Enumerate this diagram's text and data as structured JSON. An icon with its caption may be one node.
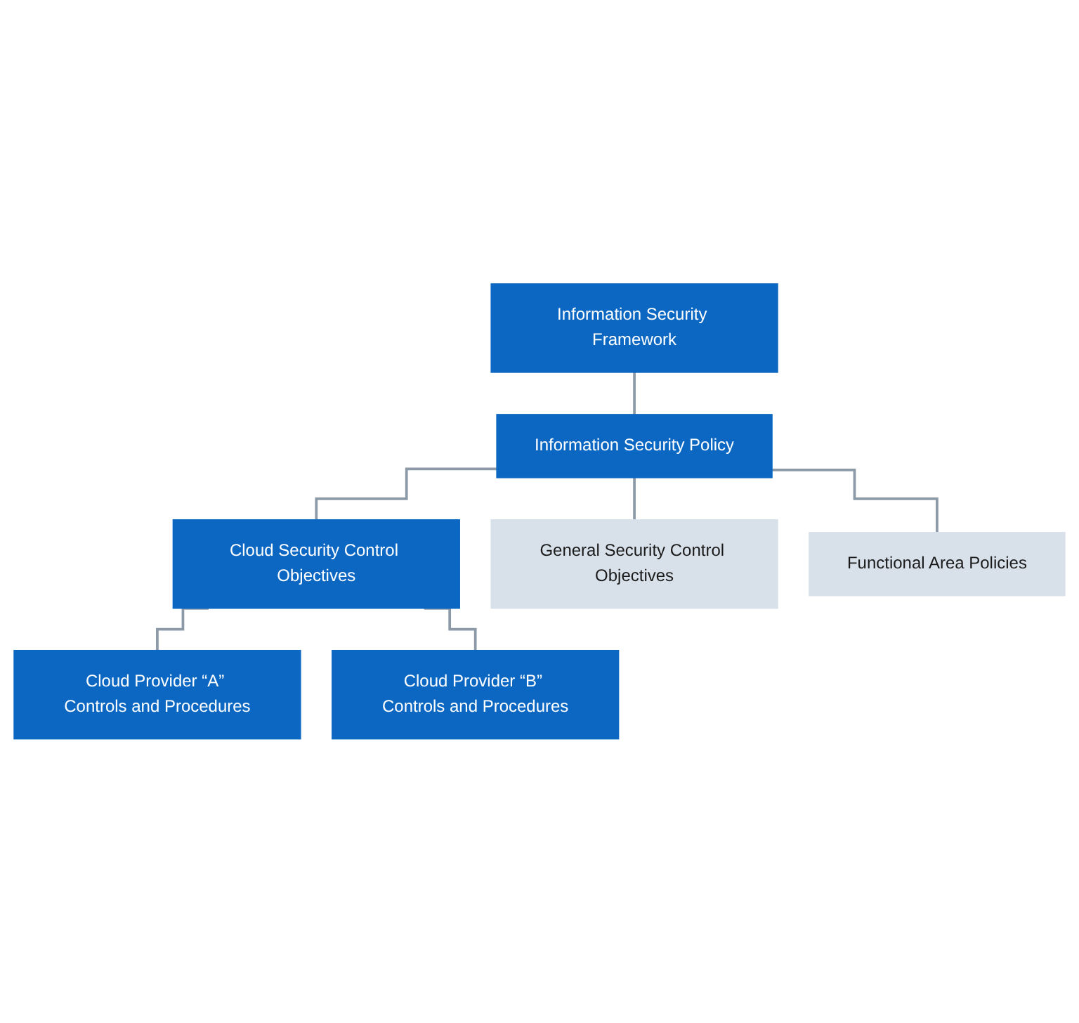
{
  "diagram": {
    "nodes": [
      {
        "text": [
          "Information Security Framework"
        ]
      },
      {
        "text": [
          "Information Security Policy"
        ]
      },
      {
        "text": [
          "Cloud Security Control Objectives"
        ]
      },
      {
        "text": [
          "General Security Control Objectives"
        ]
      },
      {
        "text": [
          "Functional Area Policies"
        ]
      },
      {
        "text": [
          "Cloud Provider “A” Controls and Procedures"
        ]
      },
      {
        "text": [
          "Cloud Provider “B” Controls and Procedures"
        ]
      }
    ],
    "edges": [
      {
        "from": 0,
        "to": 1,
        "arrow": "none"
      },
      {
        "from": 1,
        "to": 2,
        "arrow": "none"
      },
      {
        "from": 1,
        "to": 3,
        "arrow": "none"
      },
      {
        "from": 1,
        "to": 4,
        "arrow": "none"
      },
      {
        "from": 2,
        "to": 5,
        "arrow": "none"
      },
      {
        "from": 2,
        "to": 6,
        "arrow": "none"
      }
    ]
  }
}
